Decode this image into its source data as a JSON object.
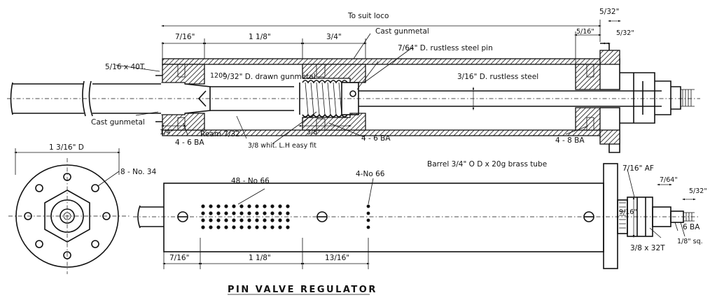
{
  "title": "PIN VALVE REGULATOR",
  "labels": {
    "to_suit_loco": "To suit loco",
    "dim_5_32_top": "5/32\"",
    "dim_7_16_top": "7/16\"",
    "dim_1_1_8_top": "1 1/8\"",
    "dim_3_4_top": "3/4\"",
    "cast_gunmetal_top": "Cast gunmetal",
    "pin_label": "7/64\" D. rustless steel pin",
    "dim_5_16_right": "5/16\"",
    "dim_5_32_right": "5/32\"",
    "thread_5_16_40t": "5/16 x 40T.",
    "angle_120": "120°",
    "drawn_gunmetal": "9/32\" D. drawn gunmetal",
    "rod_3_16": "3/16\" D. rustless steel",
    "cast_gunmetal_left": "Cast gunmetal",
    "dim_1_4": "1/4\"",
    "ream_7_32": "Ream 7/32",
    "dim_3_8_low": "3/8\"",
    "ba_4_6_left": "4 - 6 BA",
    "ba_4_6_mid": "4 - 6 BA",
    "ba_4_8": "4 - 8 BA",
    "whit_thread": "3/8 whit. L.H easy fit",
    "flange_dia": "1 3/16\" D",
    "holes_8_no34": "8 - No. 34",
    "holes_48_no66": "48 - No 66",
    "holes_4_no66": "4-No 66",
    "barrel": "Barrel 3/4\" O D x 20g brass tube",
    "af_7_16": "7/16\" AF",
    "dim_7_64": "7/64\"",
    "dim_5_32_end": "5/32\"",
    "dim_9_16": "9/16\"",
    "ba_6": "6 BA",
    "sq_1_8": "1/8\" sq.",
    "thread_3_8_32t": "3/8 x 32T",
    "dim_7_16_bottom": "7/16\"",
    "dim_1_1_8_bottom": "1 1/8\"",
    "dim_13_16_bottom": "13/16\""
  }
}
